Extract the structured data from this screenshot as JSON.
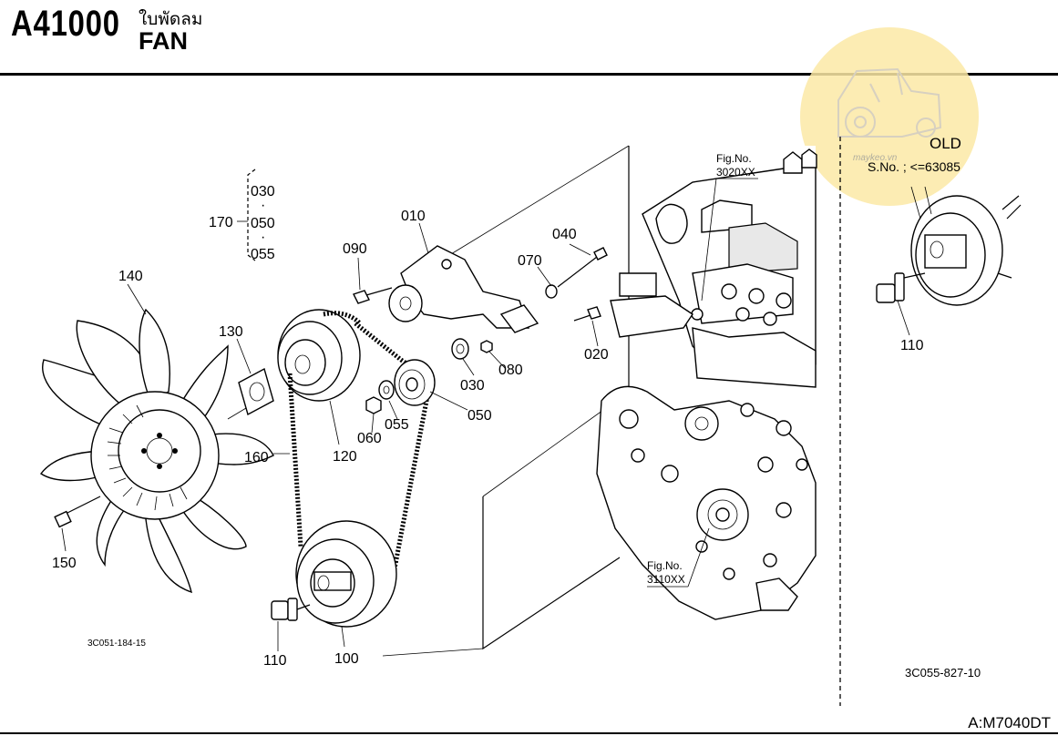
{
  "header": {
    "code": "A41000",
    "title_thai": "ใบพัดลม",
    "title_en": "FAN"
  },
  "footer": {
    "model_code": "A:M7040DT"
  },
  "diagram_left": {
    "drawing_code": "3C051-184-15",
    "callouts": [
      "010",
      "020",
      "030",
      "040",
      "050",
      "055",
      "060",
      "070",
      "080",
      "090",
      "100",
      "110",
      "120",
      "130",
      "140",
      "150",
      "160",
      "170"
    ],
    "group_170": {
      "label": "170",
      "items": [
        "030",
        "050",
        "055"
      ],
      "dots": [
        "·",
        "·"
      ]
    },
    "fig_refs": [
      {
        "line1": "Fig.No.",
        "line2": "3020XX"
      },
      {
        "line1": "Fig.No.",
        "line2": "3110XX"
      }
    ]
  },
  "diagram_right": {
    "variant": "OLD",
    "serial": "S.No. ; <=63085",
    "callout": "110",
    "drawing_code": "3C055-827-10"
  },
  "watermark": {
    "text": "maykeo.vn",
    "color": "#fbe9a6"
  }
}
